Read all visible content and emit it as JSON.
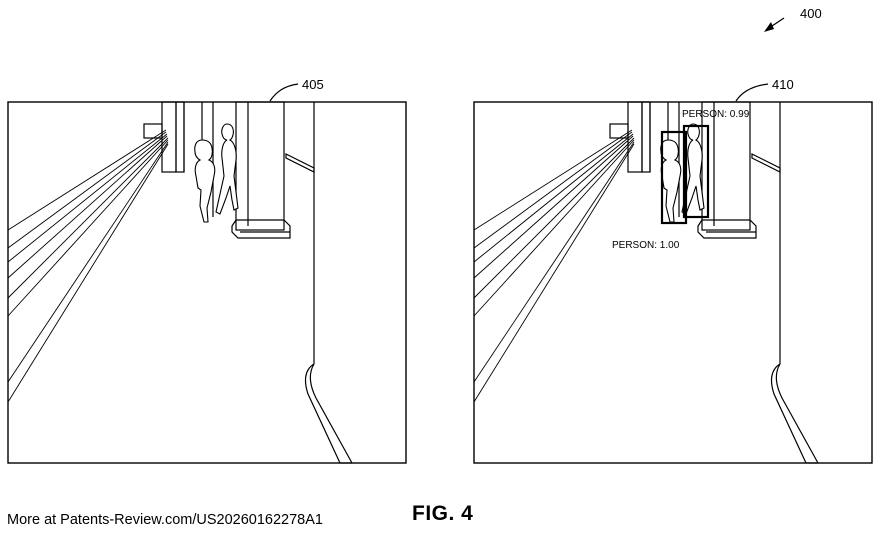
{
  "figure": {
    "overall_ref": "400",
    "panels": [
      {
        "ref": "405"
      },
      {
        "ref": "410"
      }
    ],
    "detections": [
      {
        "label": "PERSON: 0.99"
      },
      {
        "label": "PERSON: 1.00"
      }
    ],
    "title": "FIG. 4"
  },
  "footer": {
    "text": "More at Patents-Review.com/US20260162278A1"
  }
}
